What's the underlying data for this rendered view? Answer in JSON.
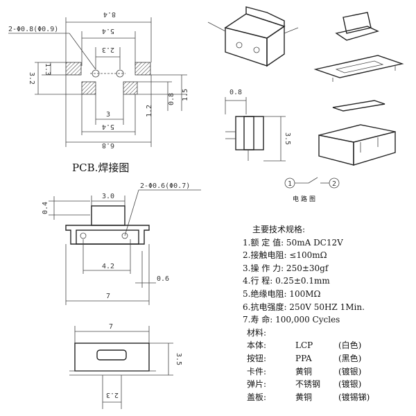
{
  "pcb_layout": {
    "caption": "PCB.焊接图",
    "hole_callout": "2-Φ0.8(Φ0.9)",
    "dims": {
      "outer_width": "8.4",
      "inner_width": "5.4",
      "hole_spacing": "2.3",
      "left_height": "3.2",
      "left_inner": "1.3",
      "right_height": "1.5",
      "right_pad": "0.8",
      "lower_spacing": "3",
      "lower_pad": "1.2",
      "bottom_inner": "5.4",
      "bottom_outer": "6.8"
    }
  },
  "side_view": {
    "hole_callout": "2-Φ0.6(Φ0.7)",
    "dims": {
      "actuator_width": "3.0",
      "actuator_height": "0.4",
      "peg_spacing": "4.2",
      "pin_width": "0.6",
      "body_width": "7"
    }
  },
  "bottom_view": {
    "dims": {
      "body_width": "7",
      "height": "3.5",
      "peg_spacing": "2.3"
    }
  },
  "profile_view": {
    "dims": {
      "top": "0.8",
      "height": "3.5"
    }
  },
  "circuit": {
    "pin1": "1",
    "pin2": "2",
    "label": "电路图"
  },
  "specifications": {
    "title": "主要技术规格:",
    "items": [
      "1.额 定 值: 50mA DC12V",
      "2.接触电阻: ≤100mΩ",
      "3.操 作 力: 250±30gf",
      "4.行    程: 0.25±0.1mm",
      "5.绝缘电阻: 100MΩ",
      "6.抗电强度: 250V 50HZ 1Min.",
      "7.寿    命: 100,000 Cycles"
    ],
    "materials_title": "材料:",
    "materials": [
      {
        "part": "本体:",
        "material": "LCP",
        "finish": "(白色)"
      },
      {
        "part": "按钮:",
        "material": "PPA",
        "finish": "(黑色)"
      },
      {
        "part": "卡件:",
        "material": "黄铜",
        "finish": "(镀银)"
      },
      {
        "part": "弹片:",
        "material": "不锈钢",
        "finish": "(镀银)"
      },
      {
        "part": "盖板:",
        "material": "黄铜",
        "finish": "(镀锡锑)"
      }
    ]
  }
}
